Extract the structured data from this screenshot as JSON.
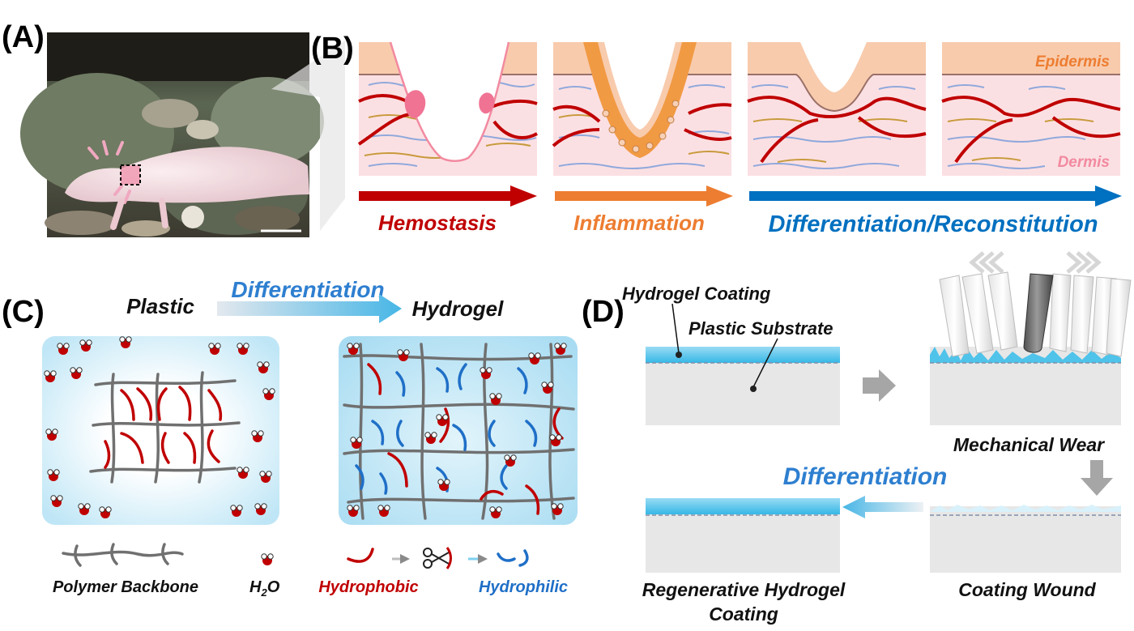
{
  "panels": {
    "a": "(A)",
    "b": "(B)",
    "c": "(C)",
    "d": "(D)"
  },
  "skin": {
    "epidermis": "Epidermis",
    "dermis": "Dermis"
  },
  "stages": {
    "hemostasis": "Hemostasis",
    "inflammation": "Inflammation",
    "differentiation": "Differentiation/Reconstitution"
  },
  "panel_c": {
    "plastic": "Plastic",
    "differentiation": "Differentiation",
    "hydrogel": "Hydrogel",
    "legend": {
      "backbone": "Polymer Backbone",
      "water": "H",
      "water_sub": "2",
      "water_o": "O",
      "hydrophobic": "Hydrophobic",
      "hydrophilic": "Hydrophilic"
    }
  },
  "panel_d": {
    "hydrogel_coating": "Hydrogel Coating",
    "plastic_substrate": "Plastic Substrate",
    "mechanical_wear": "Mechanical Wear",
    "differentiation": "Differentiation",
    "regenerative_1": "Regenerative Hydrogel",
    "regenerative_2": "Coating",
    "coating_wound": "Coating Wound"
  },
  "colors": {
    "red": "#c00000",
    "orange": "#ed7d31",
    "blue": "#0070c0",
    "skin_top": "#f8cbad",
    "dermis_bg": "#fbe0e3",
    "gel_blue": "#4fc3ea"
  }
}
